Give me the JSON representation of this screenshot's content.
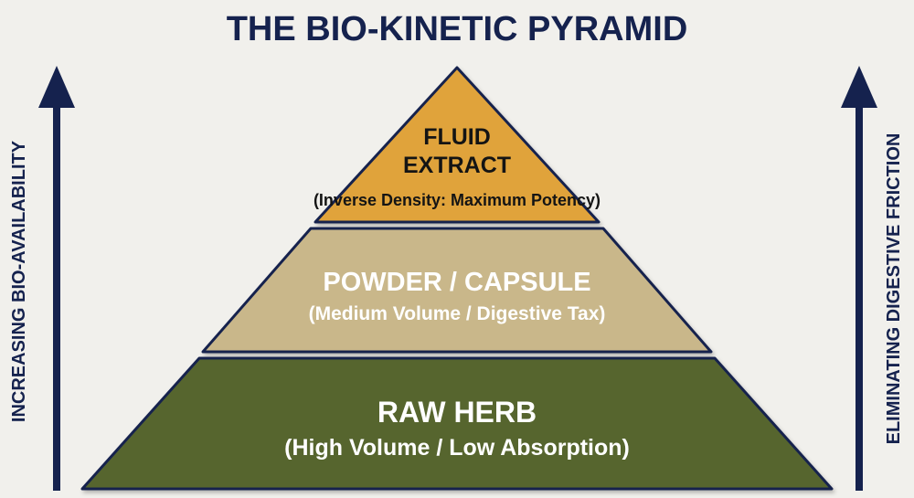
{
  "title": "THE BIO-KINETIC PYRAMID",
  "left_axis": {
    "label": "INCREASING BIO-AVAILABILITY"
  },
  "right_axis": {
    "label": "ELIMINATING DIGESTIVE FRICTION"
  },
  "tiers": [
    {
      "title_lines": [
        "FLUID",
        "EXTRACT"
      ],
      "subtitle": "(Inverse Density: Maximum Potency)"
    },
    {
      "title_lines": [
        "POWDER / CAPSULE"
      ],
      "subtitle": "(Medium Volume / Digestive Tax)"
    },
    {
      "title_lines": [
        "RAW HERB"
      ],
      "subtitle": "(High Volume / Low Absorption)"
    }
  ],
  "colors": {
    "background": "#f1f0ec",
    "navy": "#15224e",
    "tier_top": "#e0a33a",
    "tier_middle": "#c9b78a",
    "tier_bottom": "#56652f",
    "text_dark": "#141414",
    "text_light": "#ffffff"
  }
}
